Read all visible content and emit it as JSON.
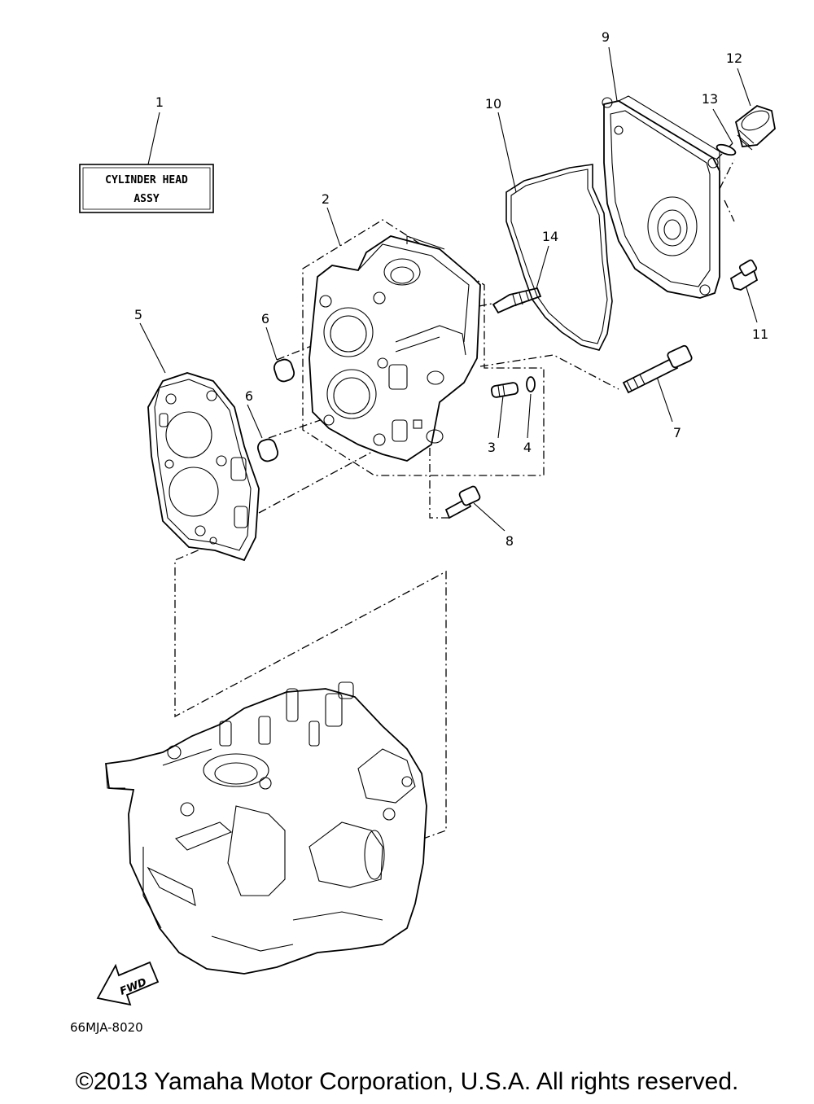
{
  "callouts": [
    "1",
    "2",
    "3",
    "4",
    "5",
    "6",
    "6",
    "7",
    "8",
    "9",
    "10",
    "11",
    "12",
    "13",
    "14"
  ],
  "assy_box": {
    "line1": "CYLINDER HEAD",
    "line2": "ASSY"
  },
  "fwd_arrow_label": "FWD",
  "diagram_code": "66MJA-8020",
  "copyright": "©2013 Yamaha Motor Corporation, U.S.A. All rights reserved."
}
